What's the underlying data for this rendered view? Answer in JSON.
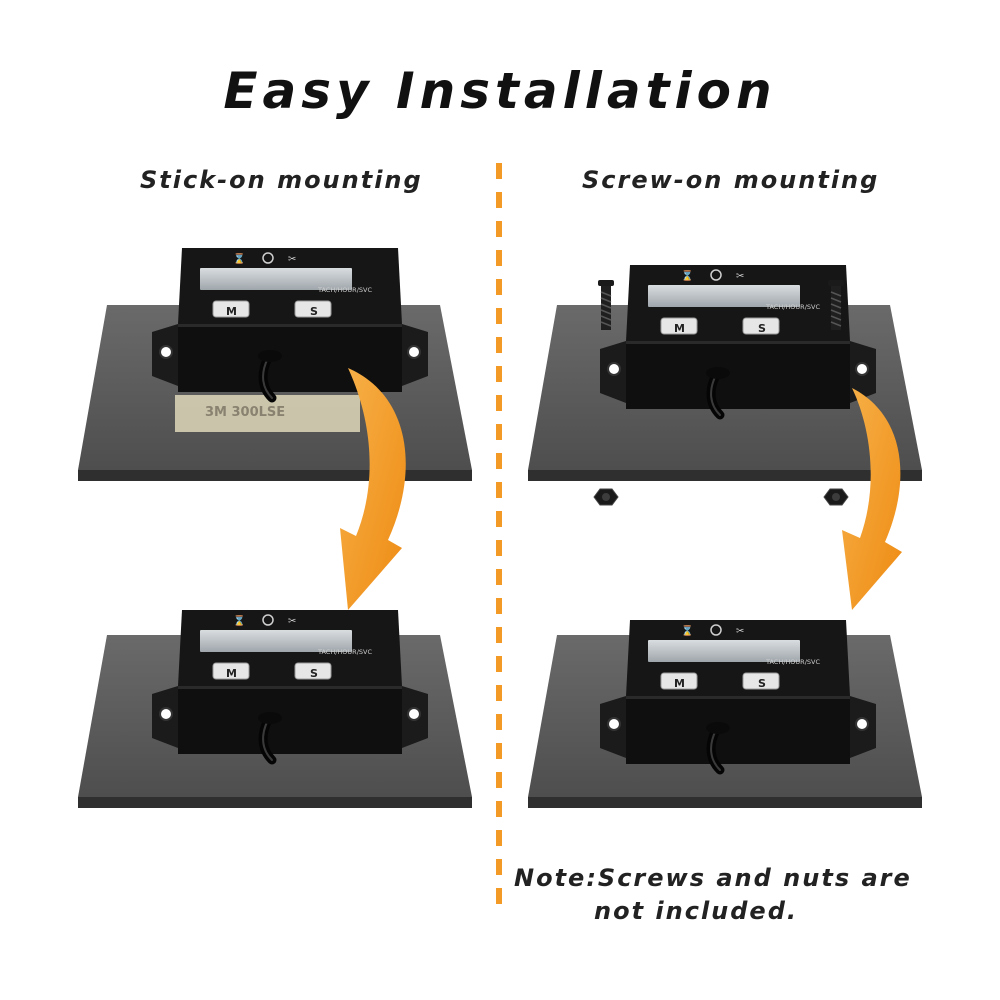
{
  "title": "Easy Installation",
  "left": {
    "heading": "Stick-on mounting",
    "tape_text": "3M 300LSE"
  },
  "right": {
    "heading": "Screw-on mounting"
  },
  "device": {
    "model_label": "TACH/HOUR/SVC",
    "button_m": "M",
    "button_s": "S"
  },
  "note": {
    "prefix": "Note:",
    "line1": "Screws and nuts are",
    "line2": "not included."
  },
  "colors": {
    "arrow": "#f29a25",
    "panel": "#5b5b5b",
    "device": "#141414"
  }
}
